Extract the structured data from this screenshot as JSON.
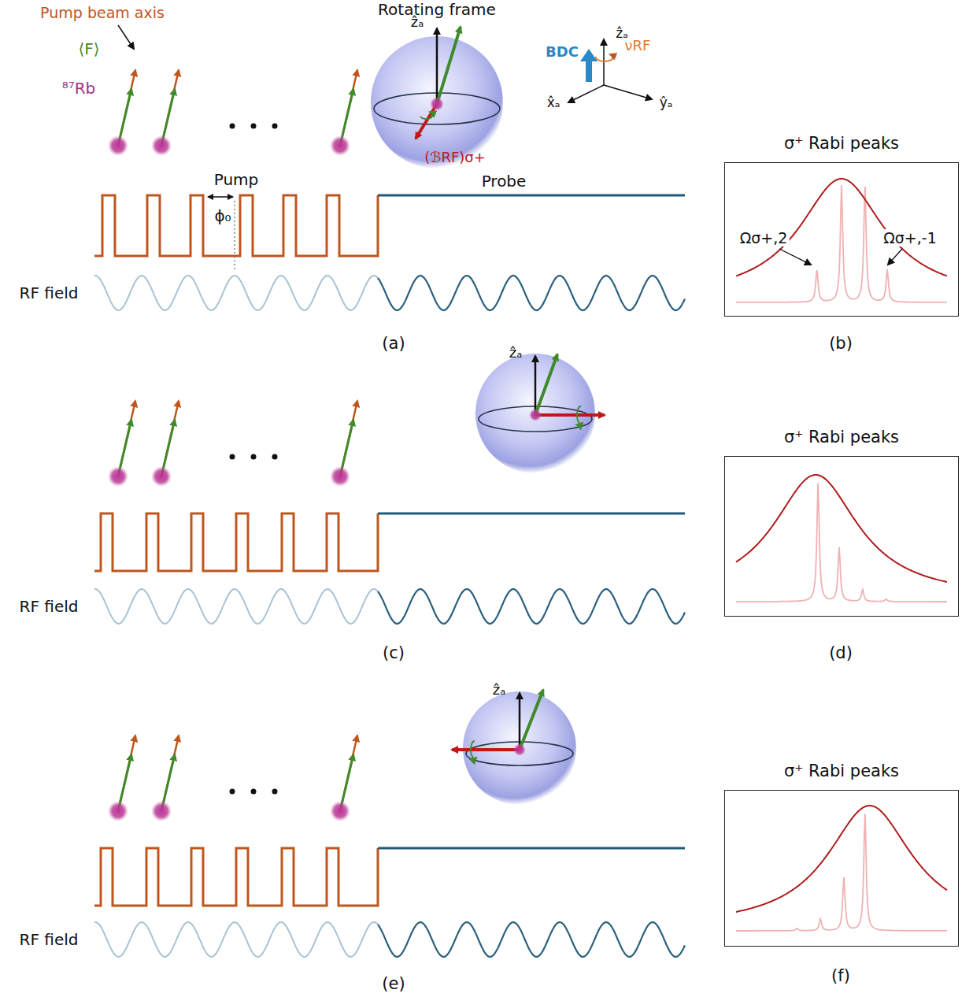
{
  "diagram": {
    "nodes": [
      {
        "text": [
          "σ⁺ Rabi peaks",
          "Ωσ+,2",
          "Ωσ+,-1"
        ]
      },
      {
        "text": [
          "σ⁺ Rabi peaks"
        ]
      },
      {
        "text": [
          "σ⁺ Rabi peaks"
        ]
      }
    ],
    "labels": [
      "Rotating frame",
      "Pump beam axis",
      "⟨F⟩",
      "⁸⁷Rb",
      "Pump",
      "ϕ₀",
      "Probe",
      "RF field",
      "ẑₐ",
      "(ℬRF)σ+",
      "BDC",
      "νRF",
      "ẑₐ",
      "x̂ₐ",
      "ŷₐ",
      "(a)",
      "ẑₐ",
      "RF field",
      "(c)",
      "ẑₐ",
      "RF field",
      "(e)",
      "(b)",
      "(d)",
      "(f)"
    ]
  }
}
